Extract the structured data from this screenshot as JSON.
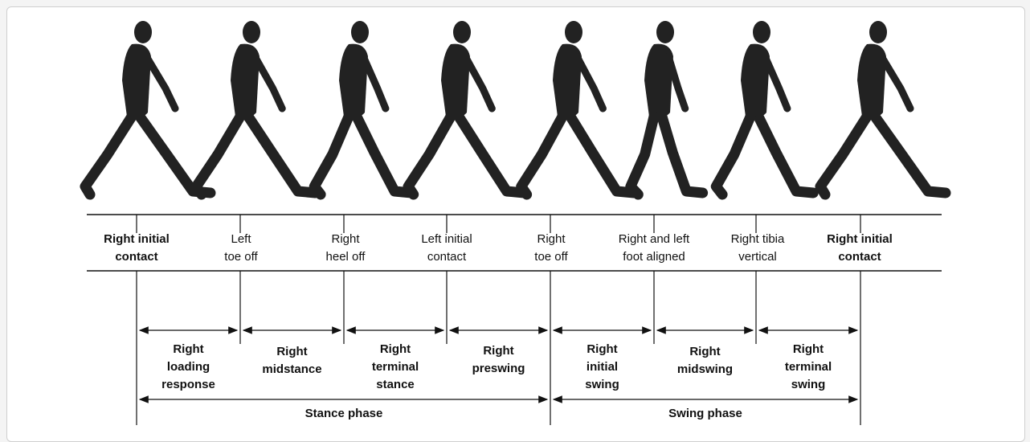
{
  "events": [
    {
      "label": "Right initial\ncontact",
      "bold": true
    },
    {
      "label": "Left\ntoe off",
      "bold": false
    },
    {
      "label": "Right\nheel off",
      "bold": false
    },
    {
      "label": "Left initial\ncontact",
      "bold": false
    },
    {
      "label": "Right\ntoe off",
      "bold": false
    },
    {
      "label": "Right and left\nfoot aligned",
      "bold": false
    },
    {
      "label": "Right tibia\nvertical",
      "bold": false
    },
    {
      "label": "Right initial\ncontact",
      "bold": true
    }
  ],
  "subphases": [
    "Right\nloading\nresponse",
    "Right\nmidstance",
    "Right\nterminal\nstance",
    "Right\npreswing",
    "Right\ninitial\nswing",
    "Right\nmidswing",
    "Right\nterminal\nswing"
  ],
  "phases": [
    "Stance phase",
    "Swing phase"
  ]
}
